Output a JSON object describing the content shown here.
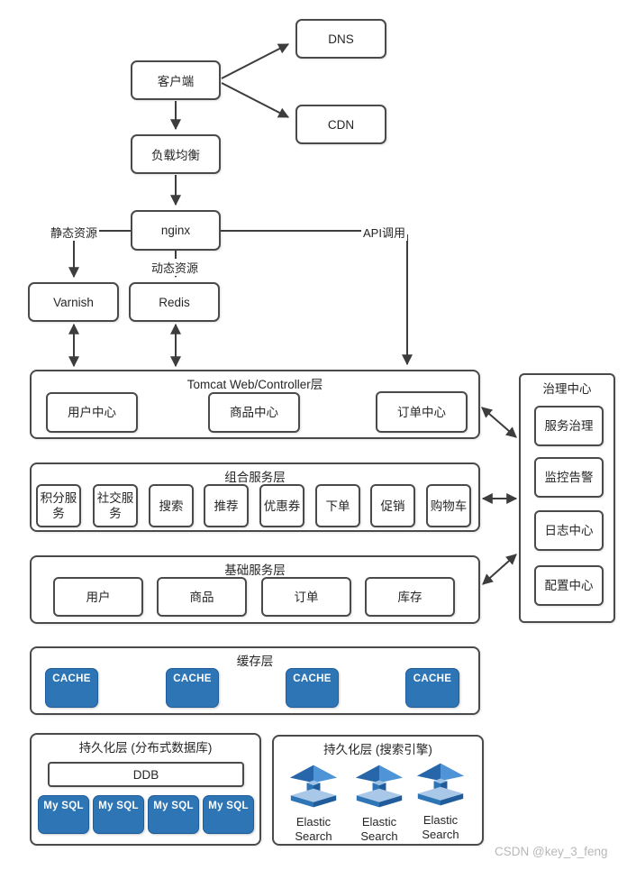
{
  "diagram": {
    "nodes": {
      "client": "客户端",
      "dns": "DNS",
      "cdn": "CDN",
      "load_balancer": "负载均衡",
      "nginx": "nginx",
      "varnish": "Varnish",
      "redis": "Redis"
    },
    "edge_labels": {
      "static_res": "静态资源",
      "dynamic_res": "动态资源",
      "api_call": "API调用"
    },
    "tomcat_layer": {
      "title": "Tomcat Web/Controller层",
      "items": [
        "用户中心",
        "商品中心",
        "订单中心"
      ]
    },
    "composite_layer": {
      "title": "组合服务层",
      "items": [
        "积分服务",
        "社交服务",
        "搜索",
        "推荐",
        "优惠券",
        "下单",
        "促销",
        "购物车"
      ]
    },
    "base_layer": {
      "title": "基础服务层",
      "items": [
        "用户",
        "商品",
        "订单",
        "库存"
      ]
    },
    "cache_layer": {
      "title": "缓存层",
      "items": [
        "CACHE",
        "CACHE",
        "CACHE",
        "CACHE"
      ]
    },
    "db_layer": {
      "title": "持久化层 (分布式数据库)",
      "ddb": "DDB",
      "items": [
        "My SQL",
        "My SQL",
        "My SQL",
        "My SQL"
      ]
    },
    "search_layer": {
      "title": "持久化层 (搜索引擎)",
      "items": [
        "Elastic Search",
        "Elastic Search",
        "Elastic Search"
      ]
    },
    "governance": {
      "title": "治理中心",
      "items": [
        "服务治理",
        "监控告警",
        "日志中心",
        "配置中心"
      ]
    },
    "colors": {
      "node_blue": "#2E75B6",
      "border_dark": "#4A4A4A"
    }
  },
  "watermark": "CSDN @key_3_feng"
}
